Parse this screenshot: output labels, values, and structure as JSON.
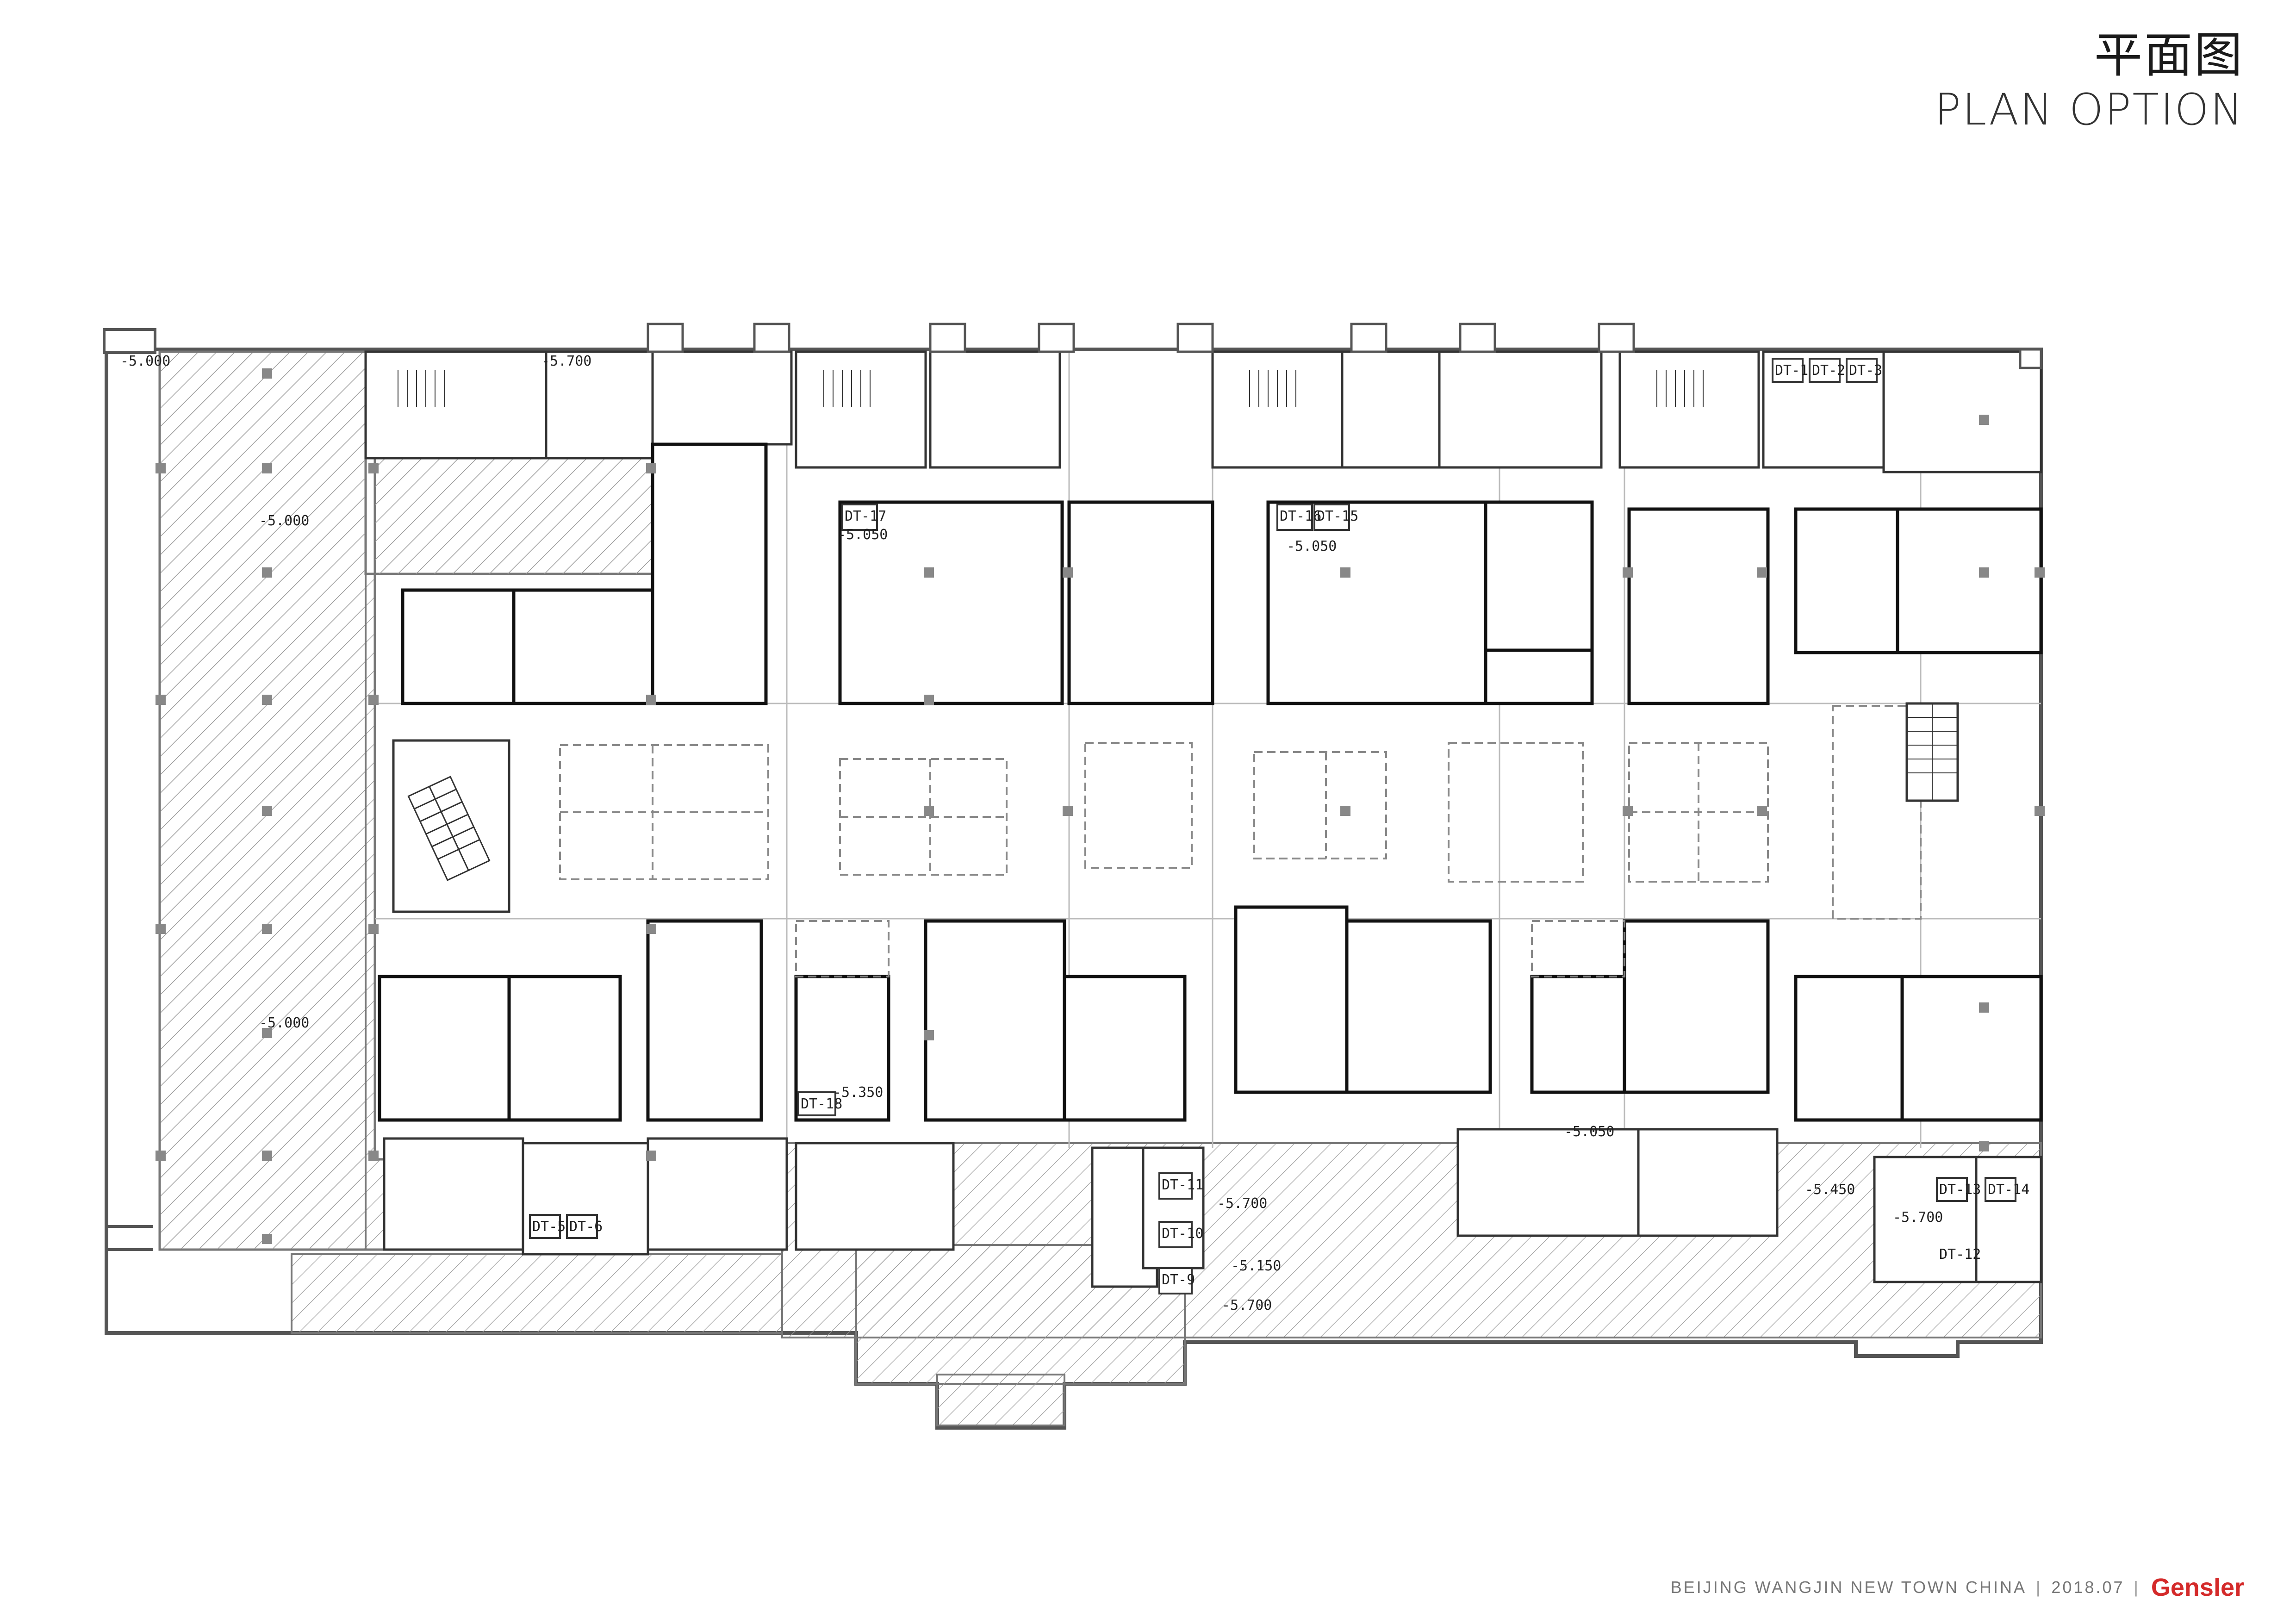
{
  "header": {
    "title_cn": "平面图",
    "title_en": "PLAN OPTION"
  },
  "footer": {
    "project": "BEIJING WANGJIN NEW TOWN CHINA",
    "separator": "|",
    "date": "2018.07",
    "brand": "Gensler"
  },
  "plan": {
    "elevation_labels": [
      "-5.000",
      "-5.000",
      "-5.000",
      "-5.700",
      "-5.050",
      "-5.050",
      "-5.350",
      "-5.050",
      "-5.700",
      "-5.700",
      "-5.700",
      "-5.150",
      "-5.450"
    ],
    "lift_labels": [
      "DT-1",
      "DT-2",
      "DT-3",
      "DT-5",
      "DT-6",
      "DT-9",
      "DT-10",
      "DT-11",
      "DT-12",
      "DT-13",
      "DT-14",
      "DT-15",
      "DT-16",
      "DT-17",
      "DT-18"
    ]
  },
  "colors": {
    "wall": "#555555",
    "shop_outline": "#111111",
    "hatch": "#9a9a9a",
    "brand_red": "#d42a2a"
  }
}
